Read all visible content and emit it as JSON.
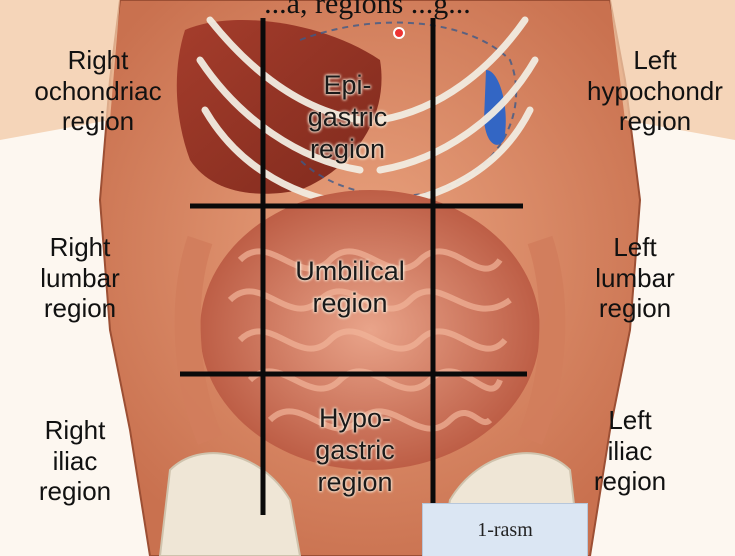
{
  "caption_top": "...a, regions ...g...",
  "regions": {
    "right_hypochondriac": [
      "Right",
      "ochondriac",
      "region"
    ],
    "epigastric": [
      "Epi-",
      "gastric",
      "region"
    ],
    "left_hypochondriac": [
      "Left",
      "hypochondr",
      "region"
    ],
    "right_lumbar": [
      "Right",
      "lumbar",
      "region"
    ],
    "umbilical": [
      "Umbilical",
      "region"
    ],
    "left_lumbar": [
      "Left",
      "lumbar",
      "region"
    ],
    "right_iliac": [
      "Right",
      "iliac",
      "region"
    ],
    "hypogastric": [
      "Hypo-",
      "gastric",
      "region"
    ],
    "left_iliac": [
      "Left",
      "iliac",
      "region"
    ]
  },
  "figure_caption": "1-rasm",
  "colors": {
    "skin": "#e8a77f",
    "muscle": "#c96a4a",
    "intestine": "#d98b6a",
    "bone": "#efe6d6",
    "grid_line": "#0a0a0a",
    "caption_bg": "#dbe6f3"
  }
}
